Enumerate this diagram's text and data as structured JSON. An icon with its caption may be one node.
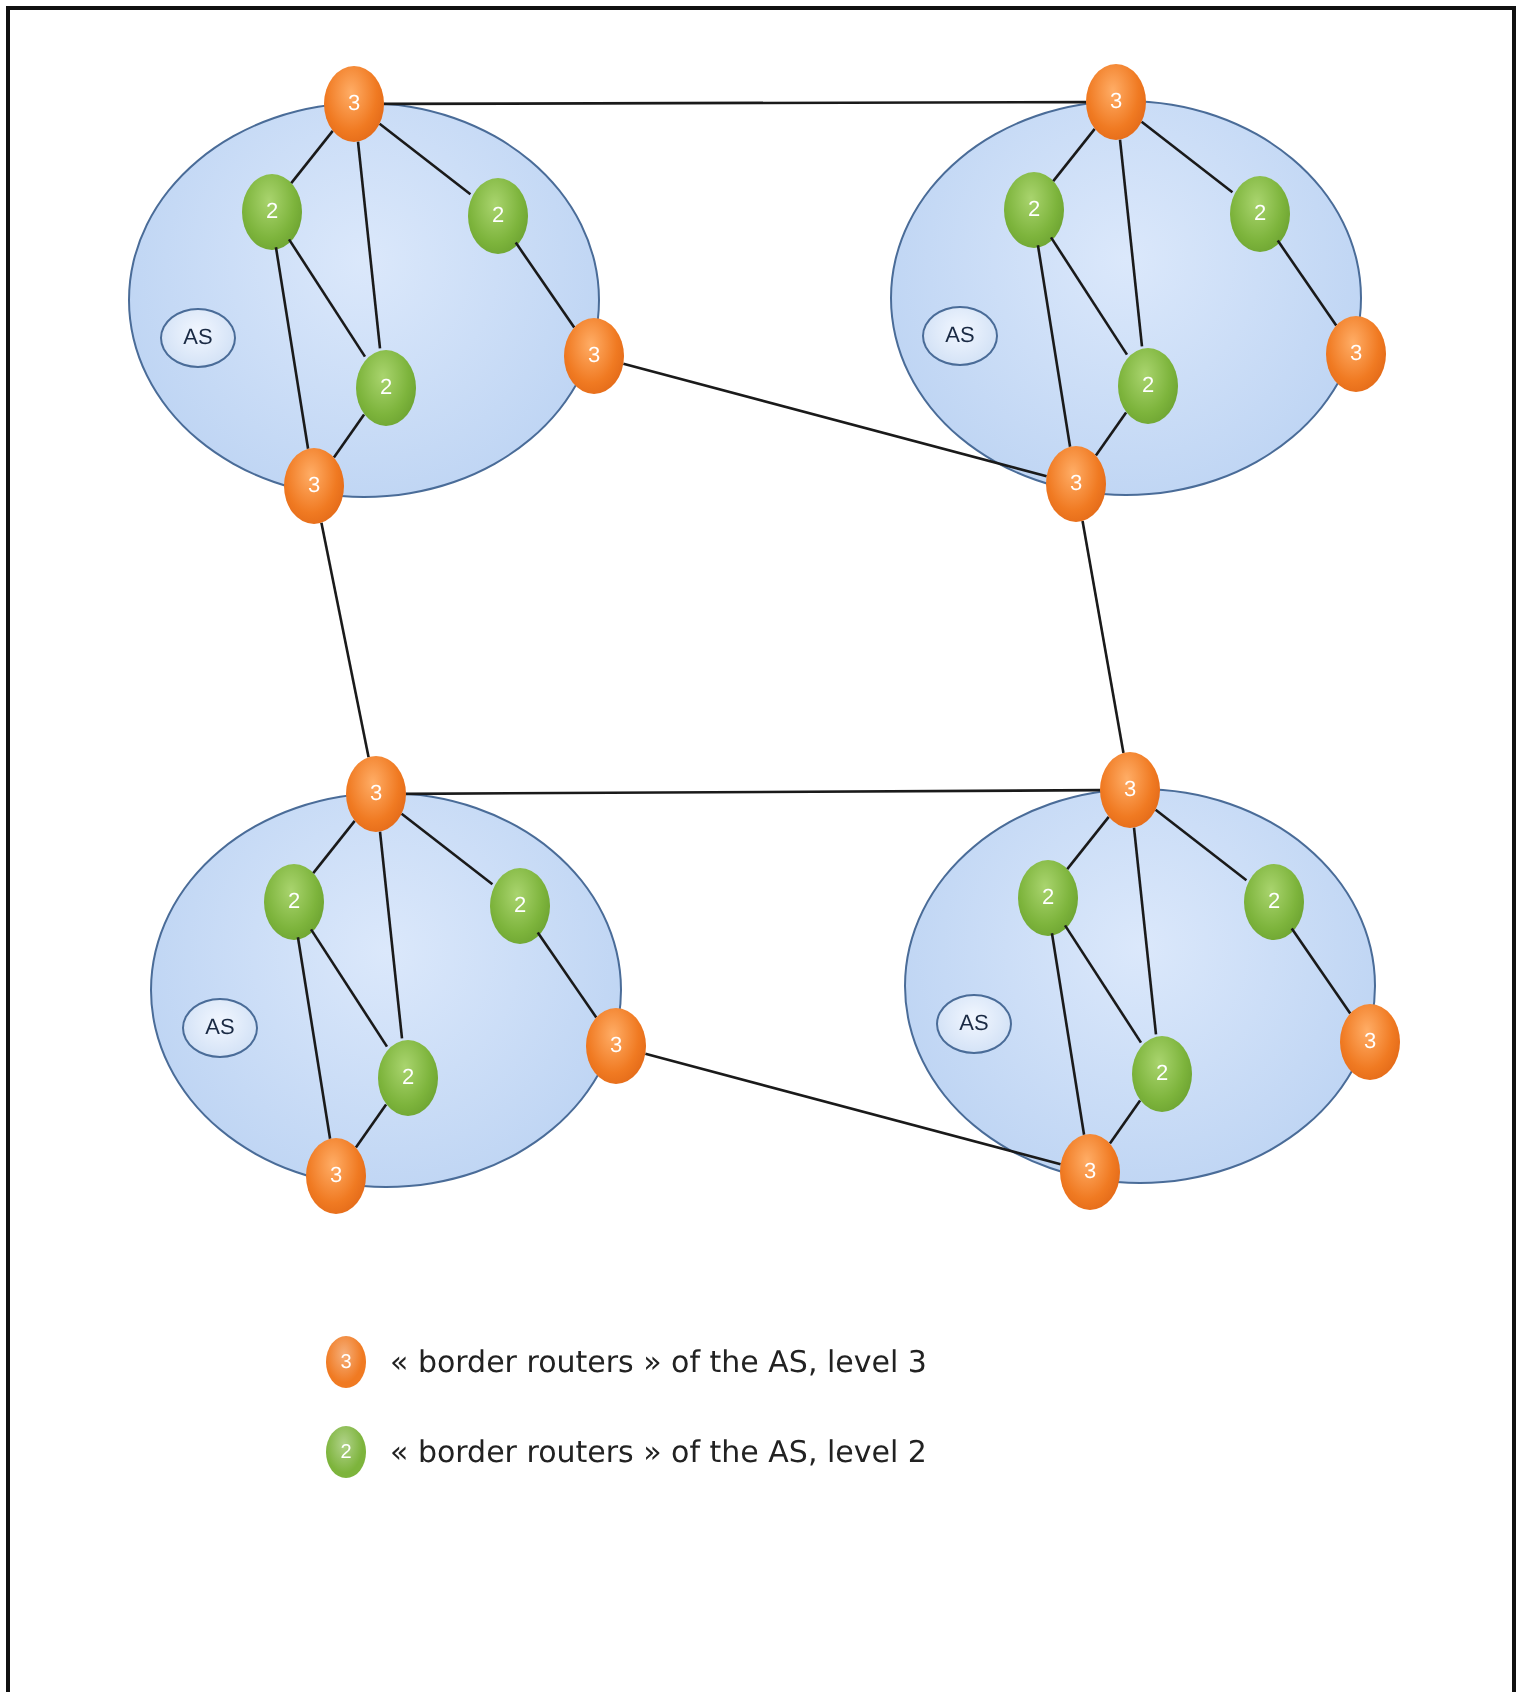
{
  "diagram": {
    "nodes": [
      {
        "text": [],
        "shape": "ellipse"
      },
      {
        "text": [
          "AS"
        ],
        "in": 0
      },
      {
        "text": [
          "3"
        ]
      },
      {
        "text": [
          "2"
        ],
        "in": 0
      },
      {
        "text": [
          "2"
        ],
        "in": 0
      },
      {
        "text": [
          "3"
        ]
      },
      {
        "text": [
          "2"
        ],
        "in": 0
      },
      {
        "text": [
          "3"
        ]
      },
      {
        "text": [],
        "shape": "ellipse"
      },
      {
        "text": [
          "AS"
        ],
        "in": 8
      },
      {
        "text": [
          "3"
        ]
      },
      {
        "text": [
          "2"
        ],
        "in": 8
      },
      {
        "text": [
          "2"
        ],
        "in": 8
      },
      {
        "text": [
          "3"
        ]
      },
      {
        "text": [
          "2"
        ],
        "in": 8
      },
      {
        "text": [
          "3"
        ]
      },
      {
        "text": [],
        "shape": "ellipse"
      },
      {
        "text": [
          "AS"
        ],
        "in": 16
      },
      {
        "text": [
          "3"
        ]
      },
      {
        "text": [
          "2"
        ],
        "in": 16
      },
      {
        "text": [
          "2"
        ],
        "in": 16
      },
      {
        "text": [
          "3"
        ]
      },
      {
        "text": [
          "2"
        ],
        "in": 16
      },
      {
        "text": [
          "3"
        ]
      },
      {
        "text": [],
        "shape": "ellipse"
      },
      {
        "text": [
          "AS"
        ],
        "in": 24
      },
      {
        "text": [
          "3"
        ]
      },
      {
        "text": [
          "2"
        ],
        "in": 24
      },
      {
        "text": [
          "2"
        ],
        "in": 24
      },
      {
        "text": [
          "3"
        ]
      },
      {
        "text": [
          "2"
        ],
        "in": 24
      },
      {
        "text": [
          "3"
        ]
      }
    ],
    "edges": [
      {
        "from": 2,
        "to": 3,
        "arrow": "none"
      },
      {
        "from": 2,
        "to": 6,
        "arrow": "none"
      },
      {
        "from": 2,
        "to": 4,
        "arrow": "none"
      },
      {
        "from": 3,
        "to": 6,
        "arrow": "none"
      },
      {
        "from": 3,
        "to": 7,
        "arrow": "none"
      },
      {
        "from": 6,
        "to": 7,
        "arrow": "none"
      },
      {
        "from": 4,
        "to": 5,
        "arrow": "none"
      },
      {
        "from": 10,
        "to": 11,
        "arrow": "none"
      },
      {
        "from": 10,
        "to": 14,
        "arrow": "none"
      },
      {
        "from": 10,
        "to": 12,
        "arrow": "none"
      },
      {
        "from": 11,
        "to": 14,
        "arrow": "none"
      },
      {
        "from": 11,
        "to": 15,
        "arrow": "none"
      },
      {
        "from": 14,
        "to": 15,
        "arrow": "none"
      },
      {
        "from": 12,
        "to": 13,
        "arrow": "none"
      },
      {
        "from": 18,
        "to": 19,
        "arrow": "none"
      },
      {
        "from": 18,
        "to": 22,
        "arrow": "none"
      },
      {
        "from": 18,
        "to": 20,
        "arrow": "none"
      },
      {
        "from": 19,
        "to": 22,
        "arrow": "none"
      },
      {
        "from": 19,
        "to": 23,
        "arrow": "none"
      },
      {
        "from": 22,
        "to": 23,
        "arrow": "none"
      },
      {
        "from": 20,
        "to": 21,
        "arrow": "none"
      },
      {
        "from": 26,
        "to": 27,
        "arrow": "none"
      },
      {
        "from": 26,
        "to": 30,
        "arrow": "none"
      },
      {
        "from": 26,
        "to": 28,
        "arrow": "none"
      },
      {
        "from": 27,
        "to": 30,
        "arrow": "none"
      },
      {
        "from": 27,
        "to": 31,
        "arrow": "none"
      },
      {
        "from": 30,
        "to": 31,
        "arrow": "none"
      },
      {
        "from": 28,
        "to": 29,
        "arrow": "none"
      },
      {
        "from": 2,
        "to": 10,
        "arrow": "none"
      },
      {
        "from": 5,
        "to": 15,
        "arrow": "none"
      },
      {
        "from": 7,
        "to": 18,
        "arrow": "none"
      },
      {
        "from": 15,
        "to": 26,
        "arrow": "none"
      },
      {
        "from": 18,
        "to": 26,
        "arrow": "none"
      },
      {
        "from": 21,
        "to": 31,
        "arrow": "none"
      }
    ],
    "labels": [
      "3",
      "2"
    ],
    "legend": [
      {
        "text": "« border routers » of the AS, level 3",
        "color": "#f07a22"
      },
      {
        "text": "« border routers » of the AS, level 2",
        "color": "#7db43c"
      }
    ]
  }
}
